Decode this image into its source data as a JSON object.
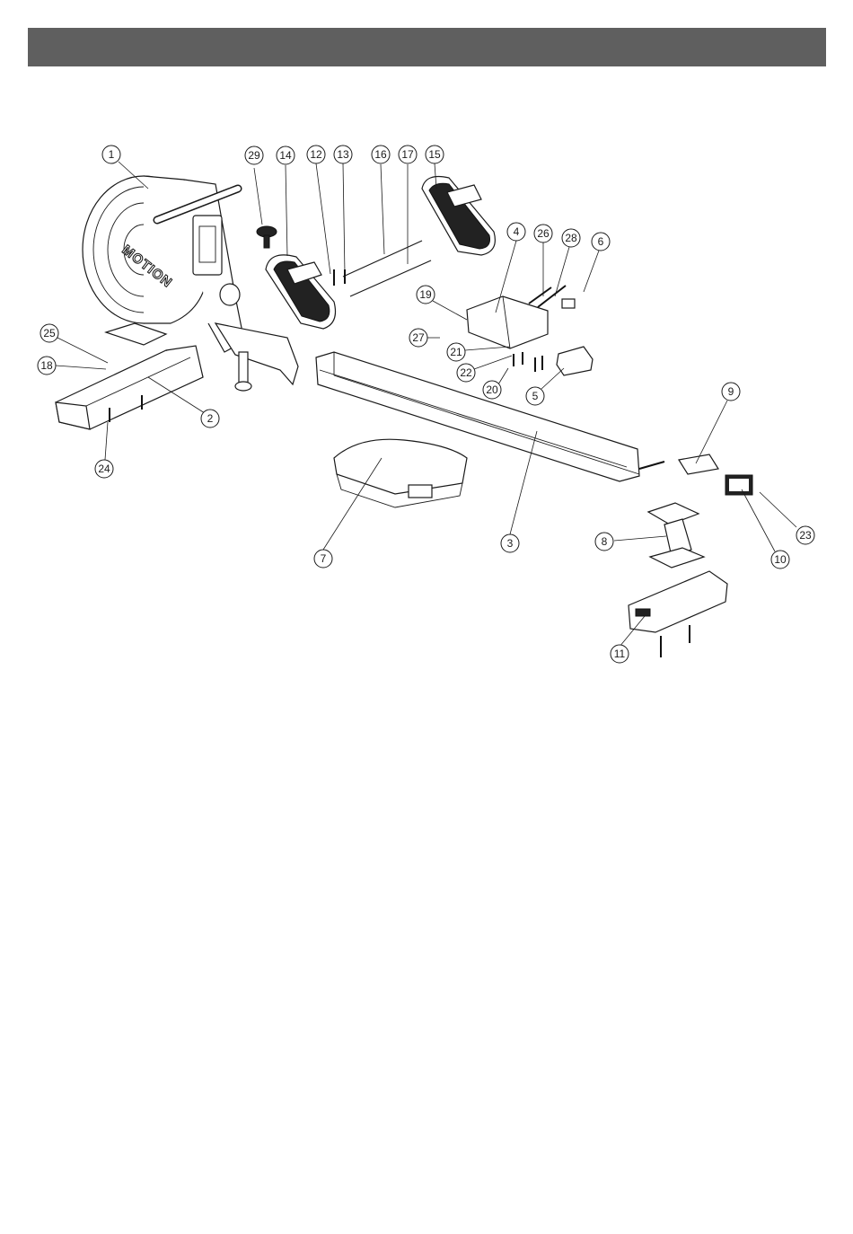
{
  "header": {
    "color": "#5f5f5f"
  },
  "brand_logo": {
    "text": "MOTION"
  },
  "callouts": [
    {
      "label": "1"
    },
    {
      "label": "29"
    },
    {
      "label": "14"
    },
    {
      "label": "12"
    },
    {
      "label": "13"
    },
    {
      "label": "16"
    },
    {
      "label": "17"
    },
    {
      "label": "15"
    },
    {
      "label": "4"
    },
    {
      "label": "26"
    },
    {
      "label": "28"
    },
    {
      "label": "6"
    },
    {
      "label": "19"
    },
    {
      "label": "27"
    },
    {
      "label": "21"
    },
    {
      "label": "22"
    },
    {
      "label": "20"
    },
    {
      "label": "5"
    },
    {
      "label": "25"
    },
    {
      "label": "18"
    },
    {
      "label": "2"
    },
    {
      "label": "24"
    },
    {
      "label": "9"
    },
    {
      "label": "7"
    },
    {
      "label": "3"
    },
    {
      "label": "8"
    },
    {
      "label": "23"
    },
    {
      "label": "10"
    },
    {
      "label": "11"
    }
  ]
}
